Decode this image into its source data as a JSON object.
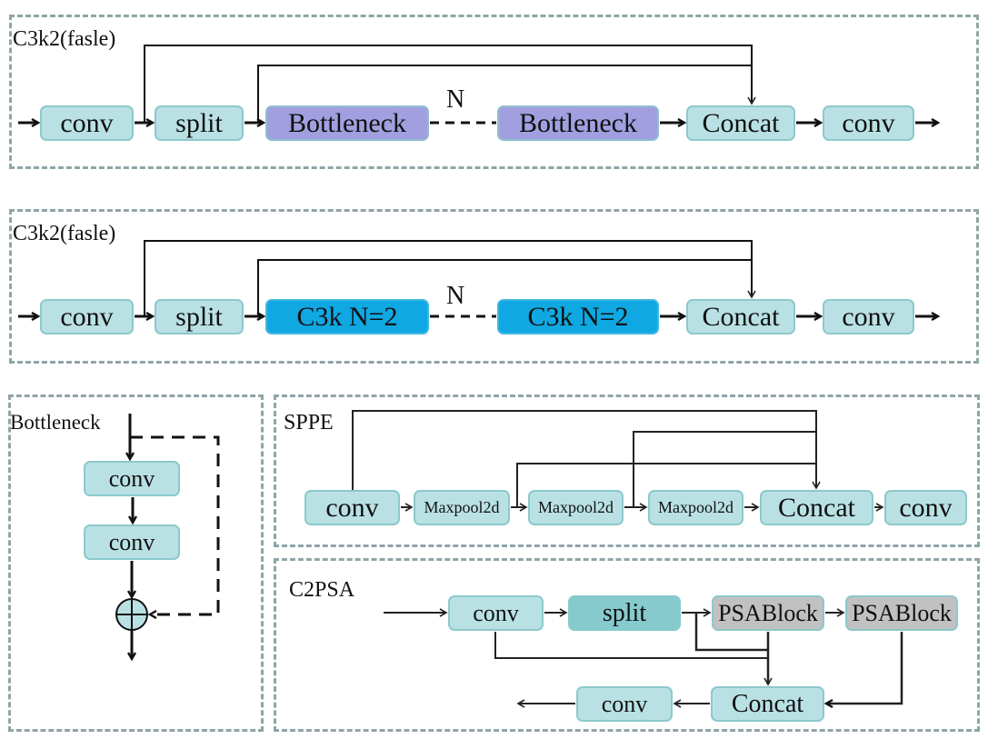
{
  "panels": {
    "c3k2_top": {
      "title": "C3k2(fasle)",
      "conv_in": "conv",
      "split": "split",
      "block_a": "Bottleneck",
      "repeat": "N",
      "block_b": "Bottleneck",
      "concat": "Concat",
      "conv_out": "conv"
    },
    "c3k2_bottom": {
      "title": "C3k2(fasle)",
      "conv_in": "conv",
      "split": "split",
      "block_a": "C3k N=2",
      "repeat": "N",
      "block_b": "C3k N=2",
      "concat": "Concat",
      "conv_out": "conv"
    },
    "bottleneck": {
      "title": "Bottleneck",
      "conv1": "conv",
      "conv2": "conv",
      "add_symbol": "⊕"
    },
    "sppe": {
      "title": "SPPE",
      "conv_in": "conv",
      "maxpool1": "Maxpool2d",
      "maxpool2": "Maxpool2d",
      "maxpool3": "Maxpool2d",
      "concat": "Concat",
      "conv_out": "conv"
    },
    "c2psa": {
      "title": "C2PSA",
      "conv_in": "conv",
      "split": "split",
      "psa1": "PSABlock",
      "psa2": "PSABlock",
      "concat": "Concat",
      "conv_out": "conv"
    }
  },
  "colors": {
    "panel_border": "#8fa5a7",
    "box_fill": "#b9e1e4",
    "box_border": "#8cc9cd",
    "bottleneck_fill": "#a19fe0",
    "c3k_fill": "#0fa8e2",
    "split_dark_fill": "#86cace",
    "psablock_fill": "#c1c1c1"
  }
}
